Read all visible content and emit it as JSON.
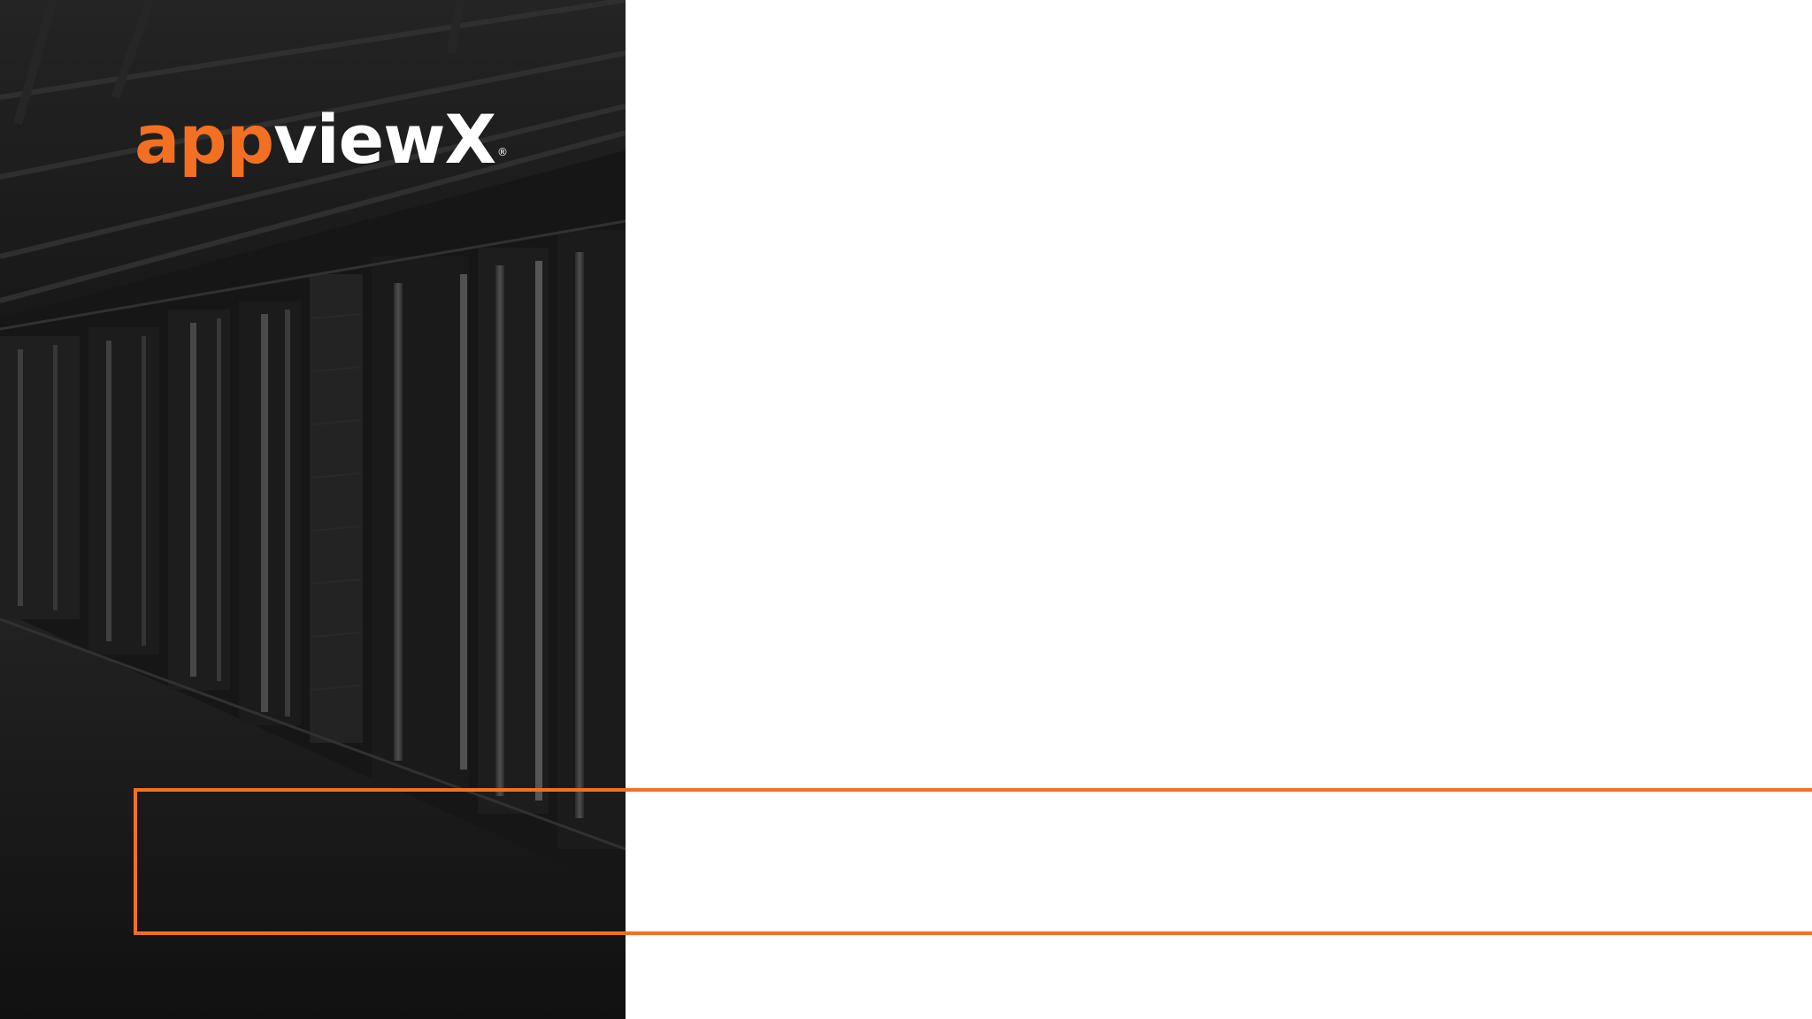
{
  "logo": {
    "part_orange": "app",
    "part_white": "viewX",
    "registered_mark": "®"
  },
  "colors": {
    "brand_orange": "#f36f21",
    "panel_dark": "#1b1b1b",
    "background": "#ffffff"
  },
  "image": {
    "subject": "data-center-server-racks"
  }
}
